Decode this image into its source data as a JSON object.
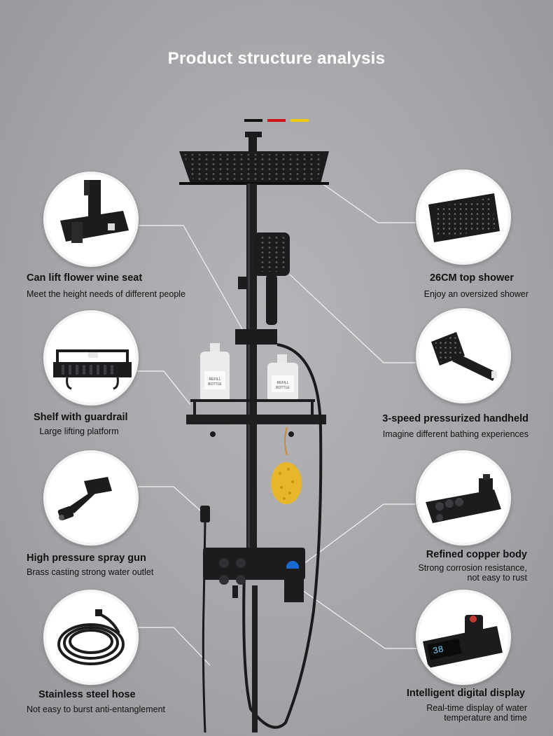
{
  "title": "Product structure analysis",
  "flag_colors": [
    "#111111",
    "#d0141a",
    "#f2c80f"
  ],
  "bottle_labels": {
    "line1": "REFILL",
    "line2": "BOTTLE"
  },
  "display_reading": "38",
  "features": {
    "wine_seat": {
      "title": "Can lift flower wine seat",
      "desc": "Meet the height needs of different people",
      "icon": "wine-seat-icon"
    },
    "top_shower": {
      "title": "26CM top shower",
      "desc": "Enjoy an oversized shower",
      "icon": "top-shower-icon"
    },
    "shelf": {
      "title": "Shelf with guardrail",
      "desc": "Large lifting platform",
      "icon": "shelf-icon"
    },
    "handheld": {
      "title": "3-speed pressurized handheld",
      "desc": "Imagine different bathing experiences",
      "icon": "handheld-icon"
    },
    "spray_gun": {
      "title": "High pressure spray gun",
      "desc": "Brass casting strong water outlet",
      "icon": "spray-gun-icon"
    },
    "copper_body": {
      "title": "Refined copper body",
      "desc1": "Strong corrosion resistance,",
      "desc2": "not easy to rust",
      "icon": "copper-body-icon"
    },
    "hose": {
      "title": "Stainless steel hose",
      "desc": "Not easy to burst anti-entanglement",
      "icon": "hose-icon"
    },
    "digital_display": {
      "title": "Intelligent digital display",
      "desc1": "Real-time display of water",
      "desc2": "temperature and time",
      "icon": "digital-display-icon"
    }
  }
}
